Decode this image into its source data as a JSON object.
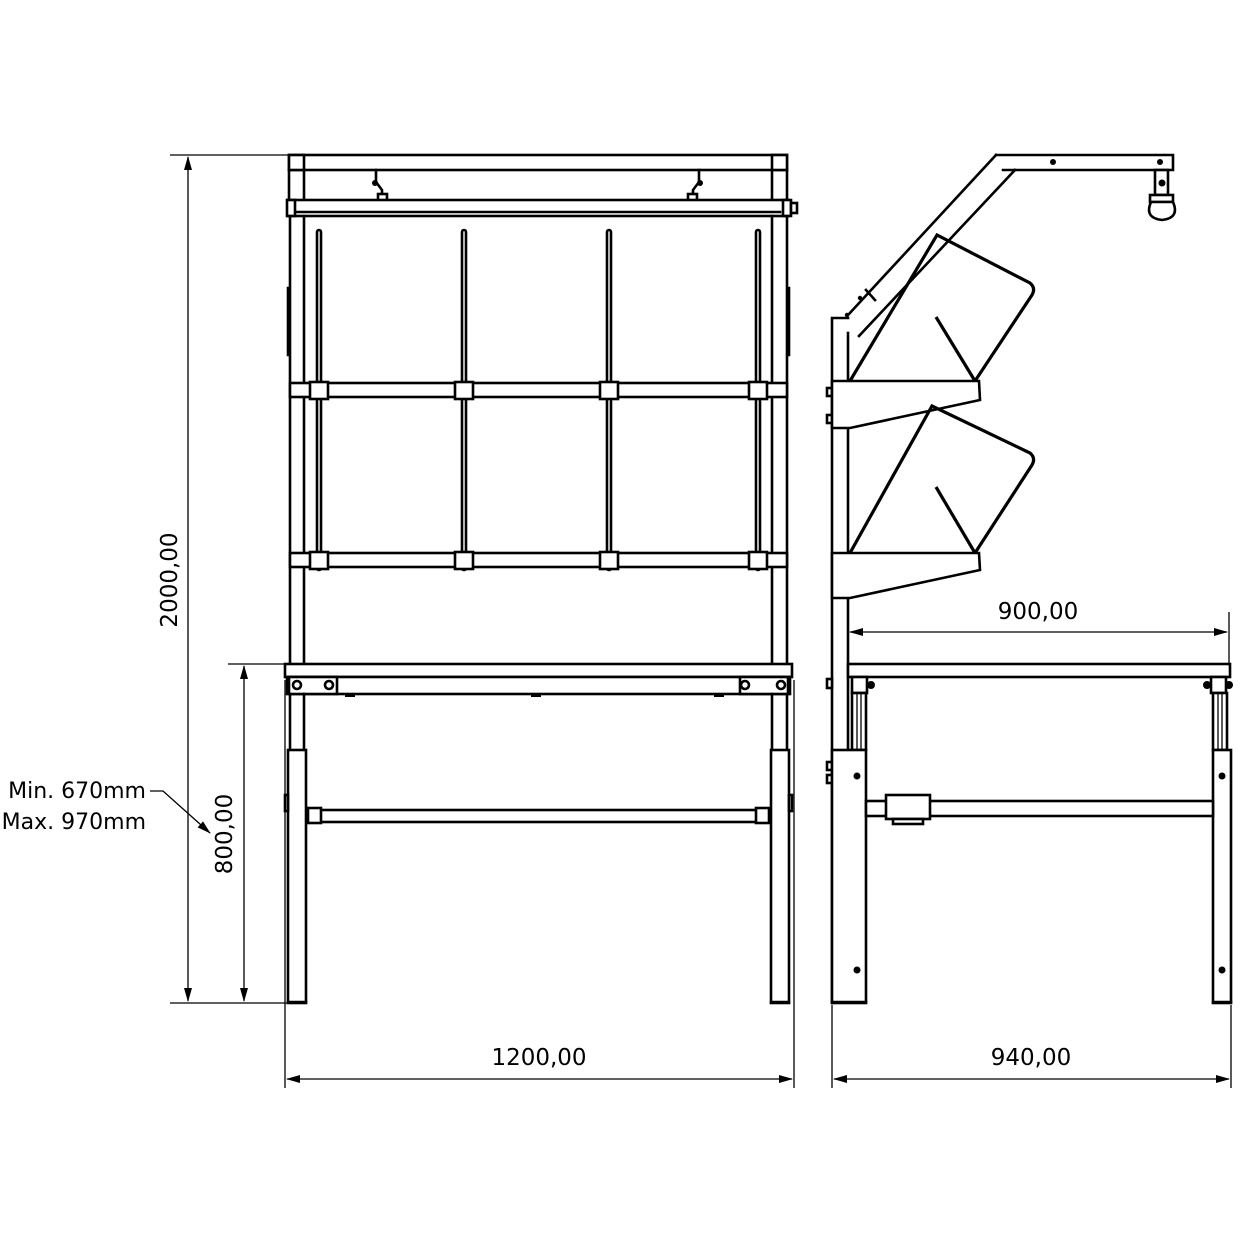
{
  "drawing": {
    "title": "Workbench with shelf superstructure - front and side view",
    "views": [
      "front-view",
      "side-view"
    ],
    "line_color": "#000000",
    "background": "#ffffff"
  },
  "dimensions": {
    "total_height": "2000,00",
    "table_height": "800,00",
    "front_width": "1200,00",
    "side_depth_total": "940,00",
    "side_depth_table": "900,00"
  },
  "notes": {
    "height_min": "Min. 670mm",
    "height_max": "Max. 970mm"
  }
}
